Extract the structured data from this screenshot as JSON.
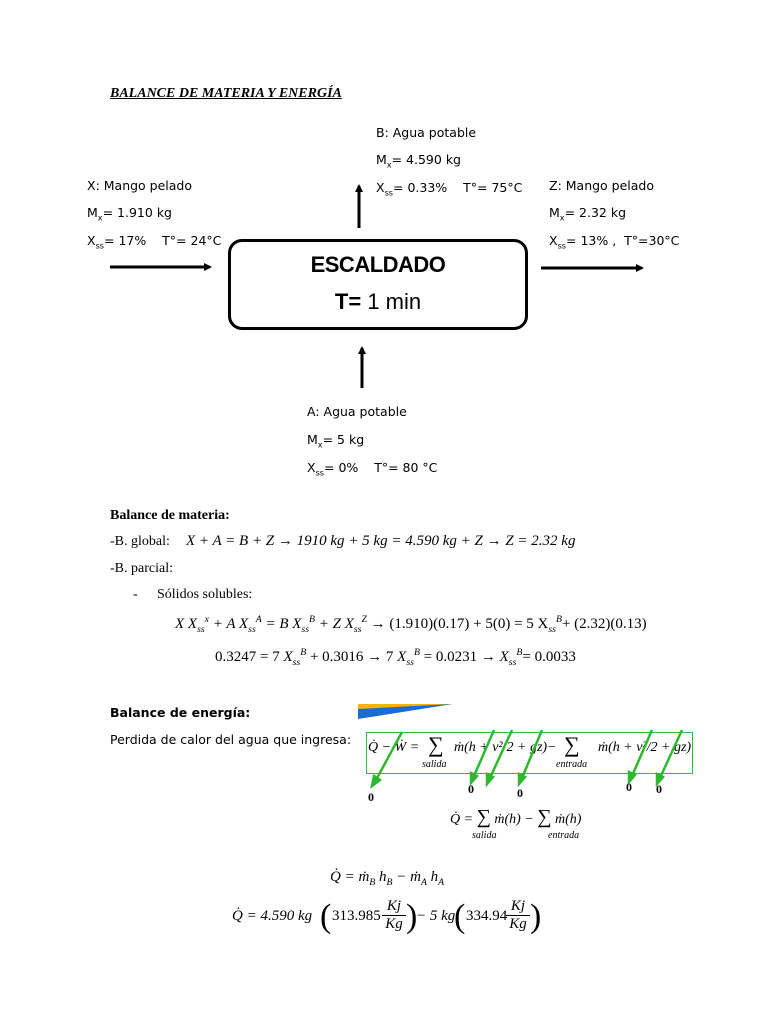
{
  "title": "BALANCE DE MATERIA Y ENERGÍA",
  "streams": {
    "x": {
      "name": "X: Mango pelado",
      "mass_label": "M",
      "mass_sub": "x",
      "mass_val": "= 1.910 kg",
      "xss_label": "X",
      "xss_sub": "ss",
      "xss_val": "= 17%",
      "temp": "T°= 24°C"
    },
    "b": {
      "name": "B: Agua potable",
      "mass_label": "M",
      "mass_sub": "x",
      "mass_val": "= 4.590 kg",
      "xss_label": "X",
      "xss_sub": "ss",
      "xss_val": "= 0.33%",
      "temp": "T°= 75°C"
    },
    "z": {
      "name": "Z: Mango pelado",
      "mass_label": "M",
      "mass_sub": "x",
      "mass_val": "= 2.32 kg",
      "xss_label": "X",
      "xss_sub": "ss",
      "xss_val": "= 13% ,",
      "temp": "T°=30°C"
    },
    "a": {
      "name": "A: Agua potable",
      "mass_label": "M",
      "mass_sub": "x",
      "mass_val": "= 5 kg",
      "xss_label": "X",
      "xss_sub": "ss",
      "xss_val": "= 0%",
      "temp": "T°= 80 °C"
    }
  },
  "process": {
    "name": "ESCALDADO",
    "time_label": "T=",
    "time_value": "1 min"
  },
  "materia": {
    "heading": "Balance de materia:",
    "global_label": "-B. global:",
    "global_eq": "X + A = B + Z → 1910 kg + 5 kg = 4.590 kg + Z → Z = 2.32 kg",
    "partial_label": "-B. parcial:",
    "solidos_label": "Sólidos solubles:",
    "eq1": "X X",
    "eq1_rest": "(1.910)(0.17) + 5(0) = 5 X",
    "eq1_tail": "+ (2.32)(0.13)",
    "eq2": "0.3247 = 7 X",
    "eq2_mid": "+ 0.3016 → 7 X",
    "eq2_mid2": "= 0.0231 → X",
    "eq2_tail": "= 0.0033"
  },
  "energia": {
    "heading": "Balance de energía:",
    "desc": "Perdida de calor del agua que ingresa:",
    "gen_eq_lhs": "Q̇ − Ẇ =",
    "sum_label_out": "salida",
    "sum_label_in": "entrada",
    "term": "ṁ(h + v²/2 + gz)",
    "zero": "0",
    "simplified": "Q̇ = Σ ṁ(h) − Σ ṁ(h)",
    "eq_q": "Q̇ = ṁ",
    "eq_q_val": "Q̇ = 4.590 kg",
    "hb": "313.985",
    "ha": "334.94",
    "minus_5kg": "− 5 kg",
    "unit_num": "Kj",
    "unit_den": "Kg"
  }
}
